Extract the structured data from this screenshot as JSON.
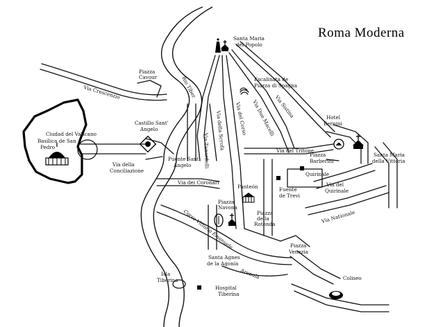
{
  "title": "Roma Moderna",
  "places": {
    "vaticano": "Ciudad del Vaticano",
    "basilica_1": "Basílica de San",
    "basilica_2": "Pedro",
    "piazza_cavour_1": "Piazza",
    "piazza_cavour_2": "Cavour",
    "castillo_1": "Castillo Sant'",
    "castillo_2": "Angelo",
    "puente_1": "Puente Sant'",
    "puente_2": "Angelo",
    "santa_maria_popolo_1": "Santa Maria",
    "santa_maria_popolo_2": "del Popolo",
    "escalinata_1": "Escalinata de",
    "escalinata_2": "Piazza di Spagna",
    "hotel_1": "Hotel",
    "hotel_2": "Bernini",
    "santa_maria_vittoria_1": "Santa Maria",
    "santa_maria_vittoria_2": "della Vittoria",
    "piazza_barberini_1": "Piazza",
    "piazza_barberini_2": "Barberini",
    "quirinale": "Quirinale",
    "fuente_1": "Fuente",
    "fuente_2": "de Trevi",
    "panteon": "Panteón",
    "piazza_rotonda_1": "Piazza",
    "piazza_rotonda_2": "della",
    "piazza_rotonda_3": "Rotonda",
    "piazza_navona_1": "Piazza",
    "piazza_navona_2": "Navona",
    "santa_agnes_1": "Santa Agnes",
    "santa_agnes_2": "de la Agonía",
    "piazza_venezia_1": "Piazza",
    "piazza_venezia_2": "Venezia",
    "coliseo": "Coliseo",
    "isla_1": "Isla",
    "isla_2": "Tiberina",
    "hospital_1": "Hospital",
    "hospital_2": "Tiberina"
  },
  "streets": {
    "rio_tiber": "Río Tíber",
    "via_crescenzio": "Via Crescenzio",
    "via_conciliazione_1": "Via della",
    "via_conciliazione_2": "Conciliazione",
    "via_zanardelli": "Via Zanardelli",
    "via_scrofa": "Via della Scrofa",
    "via_corso": "Via del Corso",
    "via_due_macelli": "Via Due Macelli",
    "via_sistina": "Via Sistina",
    "via_tritone": "Via del Tritone",
    "via_quirinale_1": "Via del",
    "via_quirinale_2": "Quirinale",
    "via_coronari": "Via dei Coronari",
    "corso_vittorio": "Corso Vittorio Emanuele",
    "via_nationale": "Via Nationale",
    "arenula": "Arenula"
  },
  "icons": [
    "church-icon",
    "obelisk-icon",
    "fountain-icon",
    "castle-icon",
    "dome-icon",
    "stairs-icon",
    "colosseum-icon",
    "temple-icon"
  ]
}
